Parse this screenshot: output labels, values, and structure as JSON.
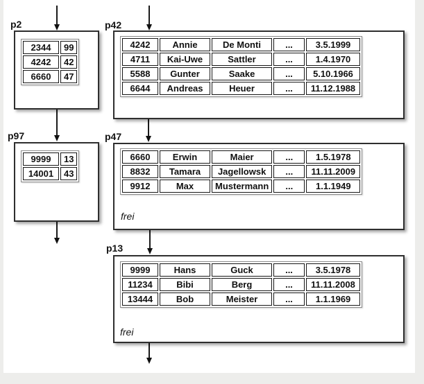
{
  "colors": {
    "background": "#ffffff",
    "page_margin": "#ededeb",
    "line": "#1a1a1a",
    "table_frame": "#8a8a8a",
    "cell_border": "#151515"
  },
  "pages": {
    "p2": {
      "label": "p2",
      "type": "index",
      "rows": [
        [
          "2344",
          "99"
        ],
        [
          "4242",
          "42"
        ],
        [
          "6660",
          "47"
        ]
      ]
    },
    "p97": {
      "label": "p97",
      "type": "index",
      "rows": [
        [
          "9999",
          "13"
        ],
        [
          "14001",
          "43"
        ]
      ]
    },
    "p42": {
      "label": "p42",
      "type": "data",
      "rows": [
        [
          "4242",
          "Annie",
          "De Monti",
          "...",
          "3.5.1999"
        ],
        [
          "4711",
          "Kai-Uwe",
          "Sattler",
          "...",
          "1.4.1970"
        ],
        [
          "5588",
          "Gunter",
          "Saake",
          "...",
          "5.10.1966"
        ],
        [
          "6644",
          "Andreas",
          "Heuer",
          "...",
          "11.12.1988"
        ]
      ]
    },
    "p47": {
      "label": "p47",
      "type": "data",
      "free_label": "frei",
      "rows": [
        [
          "6660",
          "Erwin",
          "Maier",
          "...",
          "1.5.1978"
        ],
        [
          "8832",
          "Tamara",
          "Jagellowsk",
          "...",
          "11.11.2009"
        ],
        [
          "9912",
          "Max",
          "Mustermann",
          "...",
          "1.1.1949"
        ]
      ]
    },
    "p13": {
      "label": "p13",
      "type": "data",
      "free_label": "frei",
      "rows": [
        [
          "9999",
          "Hans",
          "Guck",
          "...",
          "3.5.1978"
        ],
        [
          "11234",
          "Bibi",
          "Berg",
          "...",
          "11.11.2008"
        ],
        [
          "13444",
          "Bob",
          "Meister",
          "...",
          "1.1.1969"
        ]
      ]
    }
  }
}
